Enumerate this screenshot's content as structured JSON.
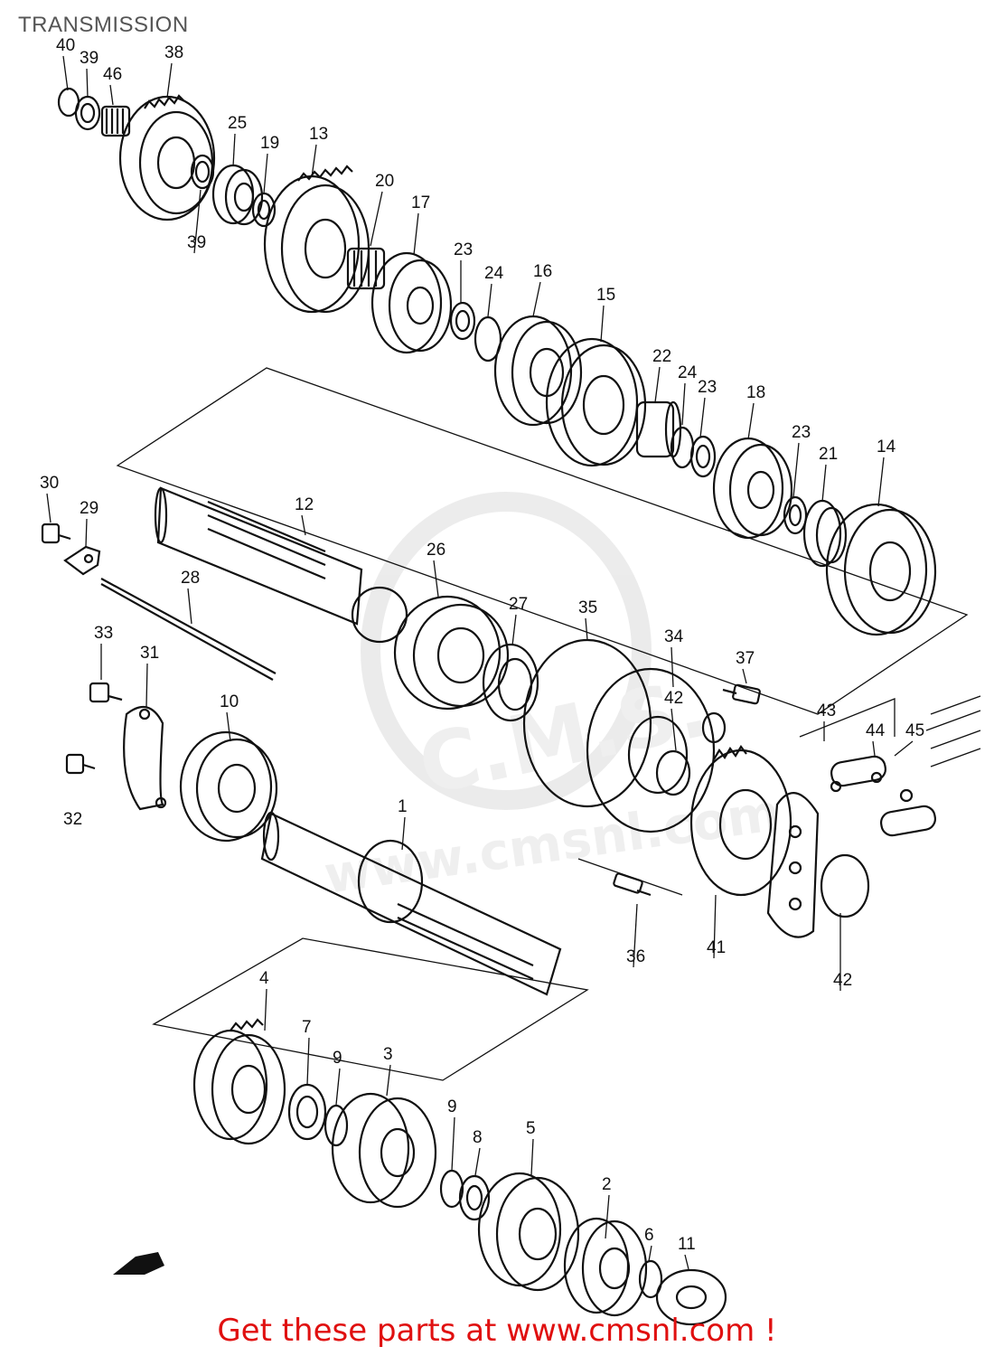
{
  "header": {
    "title": "TRANSMISSION"
  },
  "footer": {
    "text": "Get these parts at www.cmsnl.com !"
  },
  "watermark": {
    "text": "www.cmsnl.com",
    "brand": "C.M.S."
  },
  "colors": {
    "footer": "#e01010",
    "ink": "#111111",
    "watermark": "#e6e6e6"
  },
  "callouts": [
    {
      "id": "40",
      "label": "40"
    },
    {
      "id": "39a",
      "label": "39"
    },
    {
      "id": "46",
      "label": "46"
    },
    {
      "id": "38",
      "label": "38"
    },
    {
      "id": "25",
      "label": "25"
    },
    {
      "id": "19",
      "label": "19"
    },
    {
      "id": "13",
      "label": "13"
    },
    {
      "id": "39b",
      "label": "39"
    },
    {
      "id": "20",
      "label": "20"
    },
    {
      "id": "17",
      "label": "17"
    },
    {
      "id": "23a",
      "label": "23"
    },
    {
      "id": "24a",
      "label": "24"
    },
    {
      "id": "16",
      "label": "16"
    },
    {
      "id": "15",
      "label": "15"
    },
    {
      "id": "22",
      "label": "22"
    },
    {
      "id": "24b",
      "label": "24"
    },
    {
      "id": "23b",
      "label": "23"
    },
    {
      "id": "18",
      "label": "18"
    },
    {
      "id": "23c",
      "label": "23"
    },
    {
      "id": "21",
      "label": "21"
    },
    {
      "id": "14",
      "label": "14"
    },
    {
      "id": "30",
      "label": "30"
    },
    {
      "id": "29",
      "label": "29"
    },
    {
      "id": "12",
      "label": "12"
    },
    {
      "id": "28",
      "label": "28"
    },
    {
      "id": "26",
      "label": "26"
    },
    {
      "id": "27",
      "label": "27"
    },
    {
      "id": "35",
      "label": "35"
    },
    {
      "id": "34",
      "label": "34"
    },
    {
      "id": "37",
      "label": "37"
    },
    {
      "id": "33",
      "label": "33"
    },
    {
      "id": "31",
      "label": "31"
    },
    {
      "id": "10",
      "label": "10"
    },
    {
      "id": "42a",
      "label": "42"
    },
    {
      "id": "43",
      "label": "43"
    },
    {
      "id": "44",
      "label": "44"
    },
    {
      "id": "45",
      "label": "45"
    },
    {
      "id": "32",
      "label": "32"
    },
    {
      "id": "1",
      "label": "1"
    },
    {
      "id": "36",
      "label": "36"
    },
    {
      "id": "41",
      "label": "41"
    },
    {
      "id": "42b",
      "label": "42"
    },
    {
      "id": "4",
      "label": "4"
    },
    {
      "id": "7",
      "label": "7"
    },
    {
      "id": "9a",
      "label": "9"
    },
    {
      "id": "3",
      "label": "3"
    },
    {
      "id": "9b",
      "label": "9"
    },
    {
      "id": "8",
      "label": "8"
    },
    {
      "id": "5",
      "label": "5"
    },
    {
      "id": "2",
      "label": "2"
    },
    {
      "id": "6",
      "label": "6"
    },
    {
      "id": "11",
      "label": "11"
    }
  ]
}
